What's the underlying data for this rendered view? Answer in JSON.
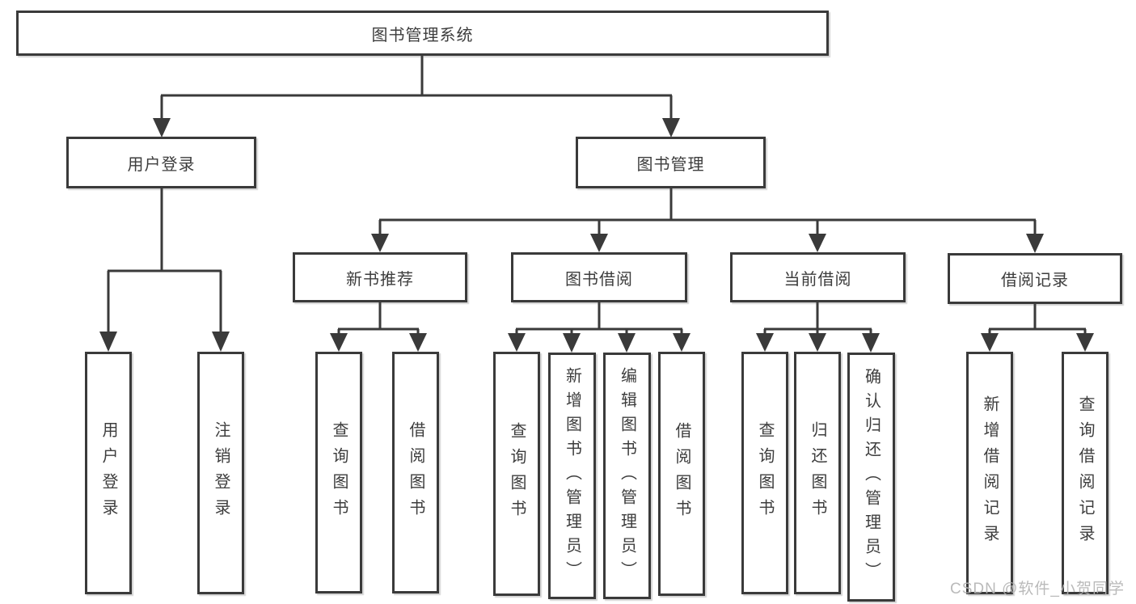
{
  "tree": {
    "root": "图书管理系统",
    "user_login": {
      "label": "用户登录",
      "children": [
        "用户登录",
        "注销登录"
      ]
    },
    "book_management": {
      "label": "图书管理",
      "sections": [
        {
          "label": "新书推荐",
          "children": [
            "查询图书",
            "借阅图书"
          ]
        },
        {
          "label": "图书借阅",
          "children": [
            "查询图书",
            "新增图书（管理员）",
            "编辑图书（管理员）",
            "借阅图书"
          ]
        },
        {
          "label": "当前借阅",
          "children": [
            "查询图书",
            "归还图书",
            "确认归还（管理员）"
          ]
        },
        {
          "label": "借阅记录",
          "children": [
            "新增借阅记录",
            "查询借阅记录"
          ]
        }
      ]
    }
  },
  "watermark": "CSDN @软件_小贺同学",
  "colors": {
    "line": "#3a3a3a",
    "text": "#3d3d3d",
    "watermark": "#b3b3b3"
  }
}
